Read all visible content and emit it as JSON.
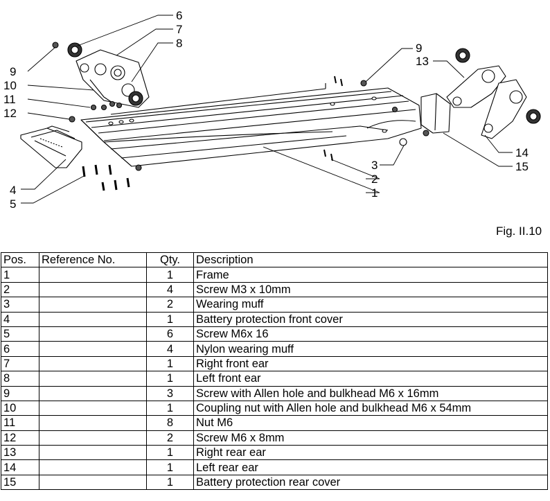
{
  "figure": {
    "caption": "Fig. II.10",
    "callouts": [
      "1",
      "2",
      "3",
      "4",
      "5",
      "6",
      "7",
      "8",
      "9",
      "10",
      "11",
      "12",
      "13",
      "14",
      "15"
    ]
  },
  "table": {
    "headers": [
      "Pos.",
      "Reference No.",
      "Qty.",
      "Description"
    ],
    "rows": [
      {
        "pos": "1",
        "ref": "",
        "qty": "1",
        "desc": "Frame"
      },
      {
        "pos": "2",
        "ref": "",
        "qty": "4",
        "desc": "Screw M3 x 10mm"
      },
      {
        "pos": "3",
        "ref": "",
        "qty": "2",
        "desc": "Wearing muff"
      },
      {
        "pos": "4",
        "ref": "",
        "qty": "1",
        "desc": "Battery protection front cover"
      },
      {
        "pos": "5",
        "ref": "",
        "qty": "6",
        "desc": "Screw M6x 16"
      },
      {
        "pos": "6",
        "ref": "",
        "qty": "4",
        "desc": "Nylon wearing muff"
      },
      {
        "pos": "7",
        "ref": "",
        "qty": "1",
        "desc": "Right front ear"
      },
      {
        "pos": "8",
        "ref": "",
        "qty": "1",
        "desc": "Left front ear"
      },
      {
        "pos": "9",
        "ref": "",
        "qty": "3",
        "desc": "Screw with Allen hole and bulkhead M6 x 16mm"
      },
      {
        "pos": "10",
        "ref": "",
        "qty": "1",
        "desc": "Coupling nut with Allen hole and bulkhead M6 x 54mm"
      },
      {
        "pos": "11",
        "ref": "",
        "qty": "8",
        "desc": "Nut M6"
      },
      {
        "pos": "12",
        "ref": "",
        "qty": "2",
        "desc": "Screw M6 x 8mm"
      },
      {
        "pos": "13",
        "ref": "",
        "qty": "1",
        "desc": "Right rear ear"
      },
      {
        "pos": "14",
        "ref": "",
        "qty": "1",
        "desc": "Left rear ear"
      },
      {
        "pos": "15",
        "ref": "",
        "qty": "1",
        "desc": "Battery protection rear cover"
      }
    ]
  }
}
